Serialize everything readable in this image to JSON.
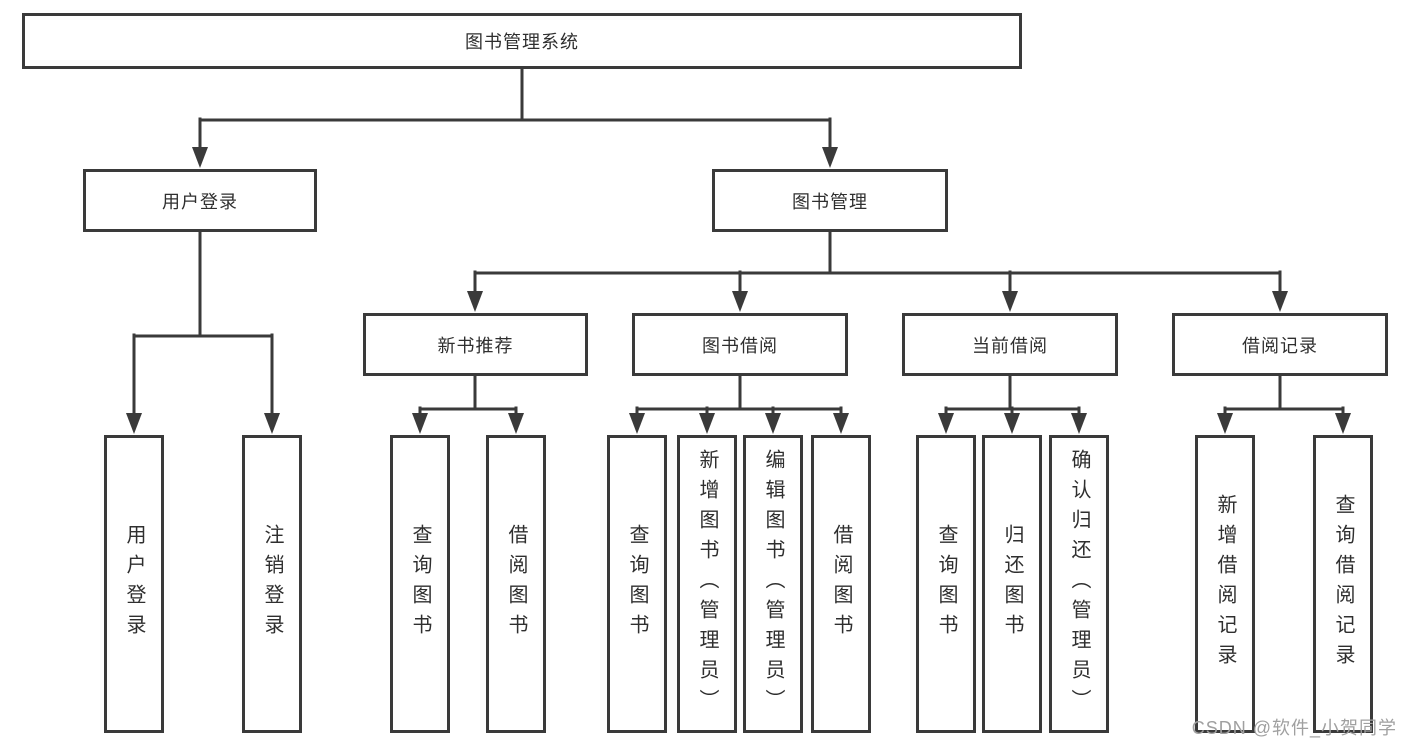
{
  "diagram": {
    "type": "hierarchy-tree",
    "root": {
      "label": "图书管理系统"
    },
    "branches": [
      {
        "label": "用户登录",
        "children": [
          {
            "label": "用户登录"
          },
          {
            "label": "注销登录"
          }
        ]
      },
      {
        "label": "图书管理",
        "children": [
          {
            "label": "新书推荐",
            "children": [
              {
                "label": "查询图书"
              },
              {
                "label": "借阅图书"
              }
            ]
          },
          {
            "label": "图书借阅",
            "children": [
              {
                "label": "查询图书"
              },
              {
                "label": "新增图书（管理员）"
              },
              {
                "label": "编辑图书（管理员）"
              },
              {
                "label": "借阅图书"
              }
            ]
          },
          {
            "label": "当前借阅",
            "children": [
              {
                "label": "查询图书"
              },
              {
                "label": "归还图书"
              },
              {
                "label": "确认归还（管理员）"
              }
            ]
          },
          {
            "label": "借阅记录",
            "children": [
              {
                "label": "新增借阅记录"
              },
              {
                "label": "查询借阅记录"
              }
            ]
          }
        ]
      }
    ]
  },
  "watermark": "CSDN @软件_小贺同学",
  "colors": {
    "line": "#3a3a3a",
    "text": "#2f2f2f",
    "background": "#ffffff",
    "watermark": "#a0a0a0"
  }
}
